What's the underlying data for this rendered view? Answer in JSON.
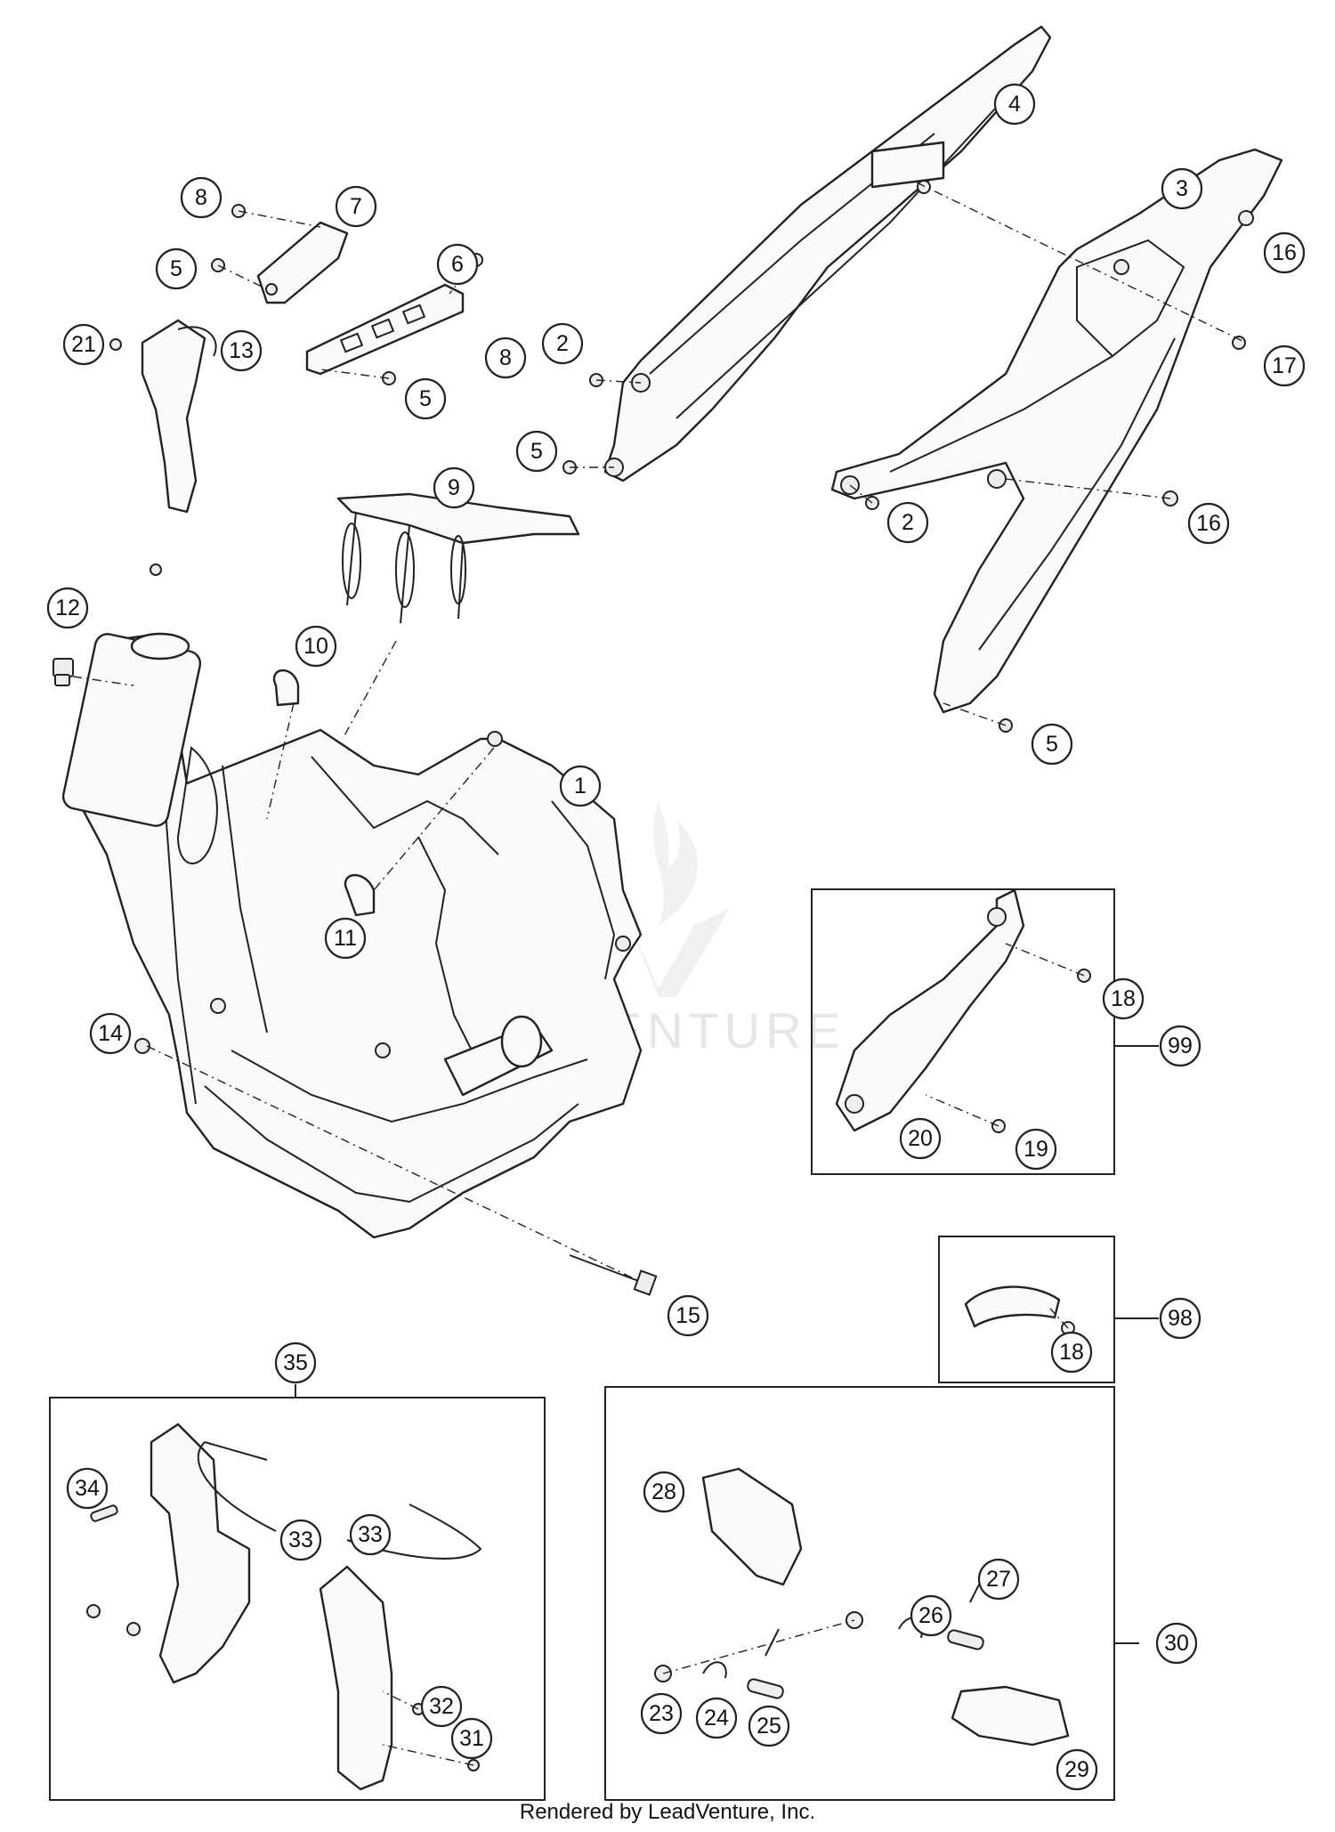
{
  "watermark_label": "LEADVENTURE",
  "footer": {
    "credit": "Rendered by LeadVenture, Inc."
  },
  "callouts": [
    {
      "id": "c1",
      "label": "1"
    },
    {
      "id": "c2a",
      "label": "2"
    },
    {
      "id": "c2b",
      "label": "2"
    },
    {
      "id": "c3",
      "label": "3"
    },
    {
      "id": "c4",
      "label": "4"
    },
    {
      "id": "c5a",
      "label": "5"
    },
    {
      "id": "c5b",
      "label": "5"
    },
    {
      "id": "c5c",
      "label": "5"
    },
    {
      "id": "c5d",
      "label": "5"
    },
    {
      "id": "c6",
      "label": "6"
    },
    {
      "id": "c7",
      "label": "7"
    },
    {
      "id": "c8a",
      "label": "8"
    },
    {
      "id": "c8b",
      "label": "8"
    },
    {
      "id": "c9",
      "label": "9"
    },
    {
      "id": "c10",
      "label": "10"
    },
    {
      "id": "c11",
      "label": "11"
    },
    {
      "id": "c12",
      "label": "12"
    },
    {
      "id": "c13",
      "label": "13"
    },
    {
      "id": "c14",
      "label": "14"
    },
    {
      "id": "c15",
      "label": "15"
    },
    {
      "id": "c16a",
      "label": "16"
    },
    {
      "id": "c16b",
      "label": "16"
    },
    {
      "id": "c17",
      "label": "17"
    },
    {
      "id": "c18a",
      "label": "18"
    },
    {
      "id": "c18b",
      "label": "18"
    },
    {
      "id": "c19",
      "label": "19"
    },
    {
      "id": "c20",
      "label": "20"
    },
    {
      "id": "c21",
      "label": "21"
    },
    {
      "id": "c23",
      "label": "23"
    },
    {
      "id": "c24",
      "label": "24"
    },
    {
      "id": "c25",
      "label": "25"
    },
    {
      "id": "c26",
      "label": "26"
    },
    {
      "id": "c27",
      "label": "27"
    },
    {
      "id": "c28",
      "label": "28"
    },
    {
      "id": "c29",
      "label": "29"
    },
    {
      "id": "c30",
      "label": "30"
    },
    {
      "id": "c31",
      "label": "31"
    },
    {
      "id": "c32",
      "label": "32"
    },
    {
      "id": "c33a",
      "label": "33"
    },
    {
      "id": "c33b",
      "label": "33"
    },
    {
      "id": "c34",
      "label": "34"
    },
    {
      "id": "c35",
      "label": "35"
    },
    {
      "id": "c98",
      "label": "98"
    },
    {
      "id": "c99",
      "label": "99"
    }
  ]
}
